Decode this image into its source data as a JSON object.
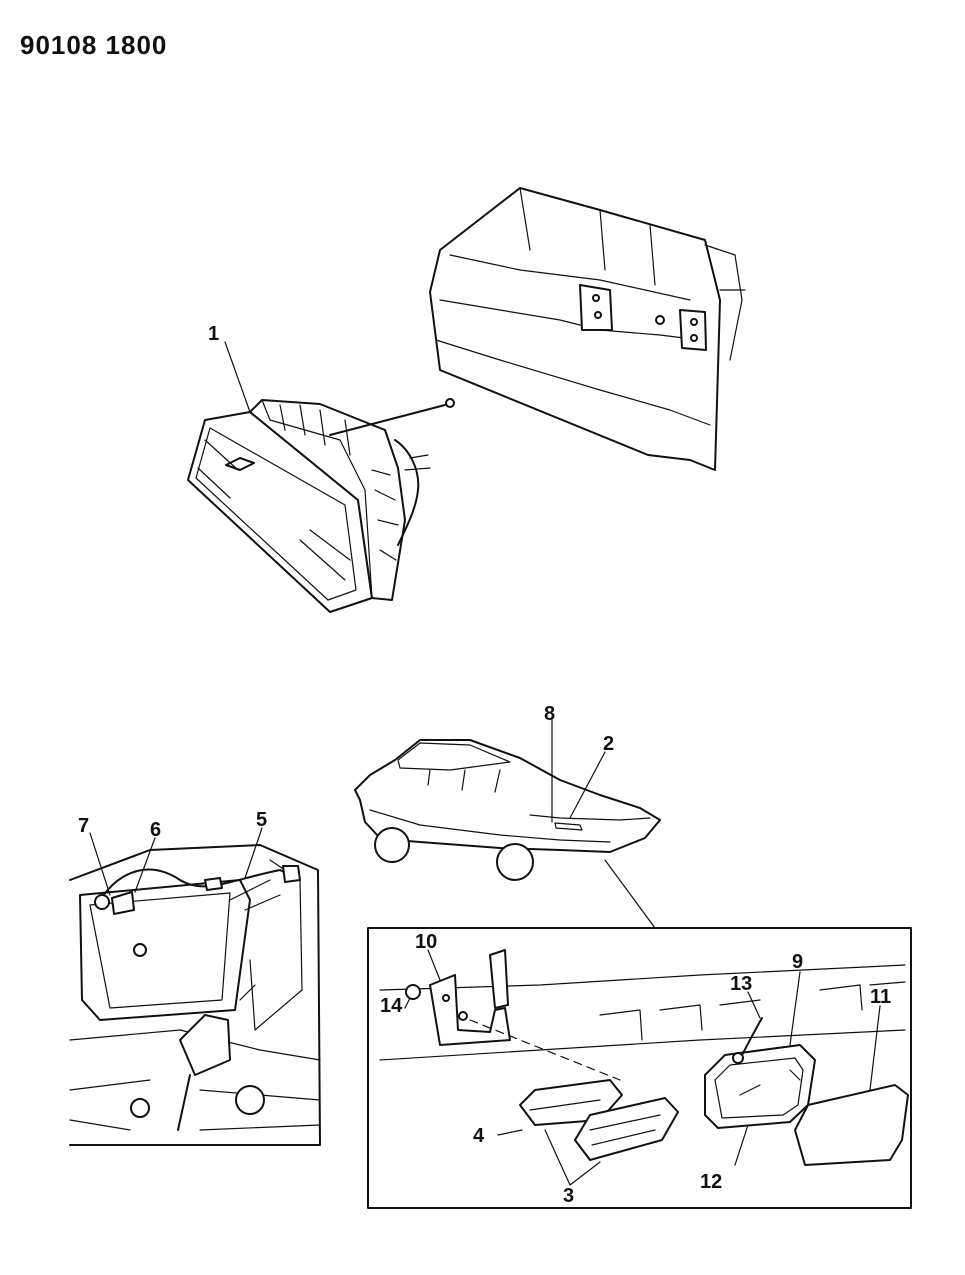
{
  "header": {
    "code": "90108 1800"
  },
  "callouts": [
    "1",
    "2",
    "3",
    "4",
    "5",
    "6",
    "7",
    "8",
    "9",
    "10",
    "11",
    "12",
    "13",
    "14"
  ]
}
